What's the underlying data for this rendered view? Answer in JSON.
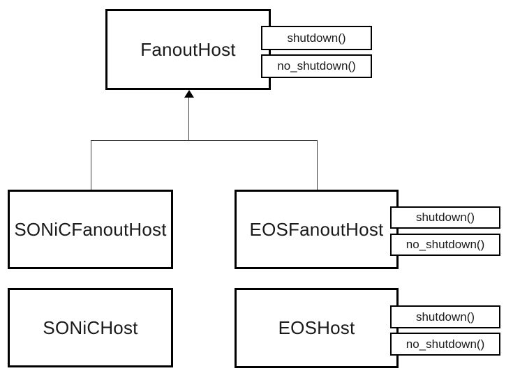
{
  "colors": {
    "box_border": "#000000",
    "box_fill": "#ffffff",
    "connector": "#3f3f3f",
    "text": "#1a1a1a"
  },
  "classes": {
    "fanout_host": {
      "name": "FanoutHost",
      "methods": [
        "shutdown()",
        "no_shutdown()"
      ]
    },
    "sonic_fanout_host": {
      "name": "SONiCFanoutHost",
      "methods": []
    },
    "eos_fanout_host": {
      "name": "EOSFanoutHost",
      "methods": [
        "shutdown()",
        "no_shutdown()"
      ]
    },
    "sonic_host": {
      "name": "SONiCHost",
      "methods": []
    },
    "eos_host": {
      "name": "EOSHost",
      "methods": [
        "shutdown()",
        "no_shutdown()"
      ]
    }
  },
  "relations": [
    {
      "type": "inheritance",
      "from": "SONiCFanoutHost",
      "to": "FanoutHost"
    },
    {
      "type": "inheritance",
      "from": "EOSFanoutHost",
      "to": "FanoutHost"
    }
  ]
}
